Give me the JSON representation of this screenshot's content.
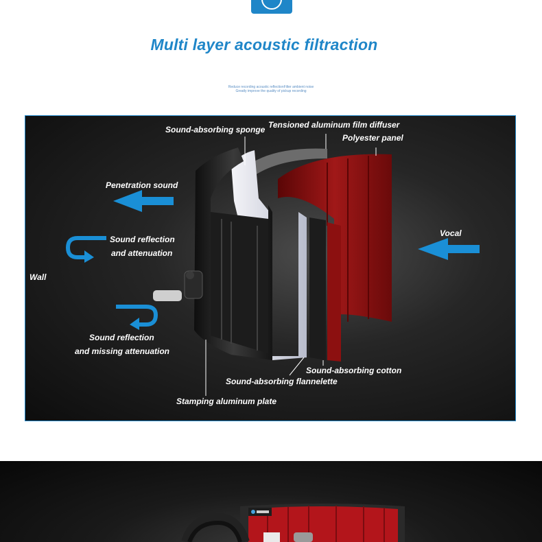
{
  "heading": "Multi layer acoustic filtraction",
  "subnote": {
    "line1": "Reduce recording acoustic reflectionFilter ambient noise",
    "line2": "Greatly improve the quality of pickup recording"
  },
  "labels": {
    "sound_absorbing_sponge": "Sound-absorbing sponge",
    "tensioned_film": "Tensioned aluminum film diffuser",
    "polyester_panel": "Polyester panel",
    "penetration_sound": "Penetration sound",
    "sound_reflection_attenuation_1": "Sound reflection",
    "sound_reflection_attenuation_2": "and attenuation",
    "wall": "Wall",
    "vocal": "Vocal",
    "sound_reflection_missing_1": "Sound reflection",
    "sound_reflection_missing_2": "and missing attenuation",
    "sound_absorbing_cotton": "Sound-absorbing cotton",
    "sound_absorbing_flannelette": "Sound-absorbing flannelette",
    "stamping_aluminum_plate": "Stamping aluminum plate"
  },
  "colors": {
    "accent": "#1f86c8",
    "arrow": "#1a8fd6",
    "red_panel": "#8f1212"
  },
  "icons": [
    "top-badge-icon",
    "left-arrow-icon",
    "u-turn-arrow-icon",
    "vocal-arrow-icon"
  ]
}
